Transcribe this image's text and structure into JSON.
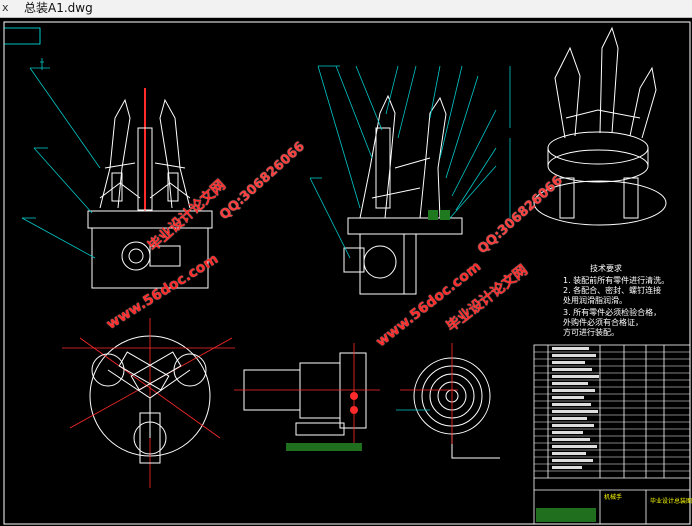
{
  "window": {
    "tab_close_glyph": "x",
    "tab_title": "总装A1.dwg"
  },
  "tech_requirements": {
    "title": "技术要求",
    "lines": [
      "1. 装配前所有零件进行清洗。",
      "2. 各配合、密封、螺钉连接",
      "   处用润滑脂润滑。",
      "3. 所有零件必须检验合格，",
      "   外购件必须有合格证，",
      "   方可进行装配。"
    ]
  },
  "watermarks": {
    "site": "www.56doc.com",
    "qq": "QQ:306826066",
    "brand": "毕业设计论文网"
  },
  "title_block": {
    "drawing_name": "机械手",
    "school_cell": "毕业设计总装图"
  },
  "colors": {
    "background": "#000000",
    "outline": "#ffffff",
    "leader": "#00c8c8",
    "centerline": "#ff2a2a",
    "title_text": "#ffff00",
    "watermark": "#ff2a2a"
  }
}
